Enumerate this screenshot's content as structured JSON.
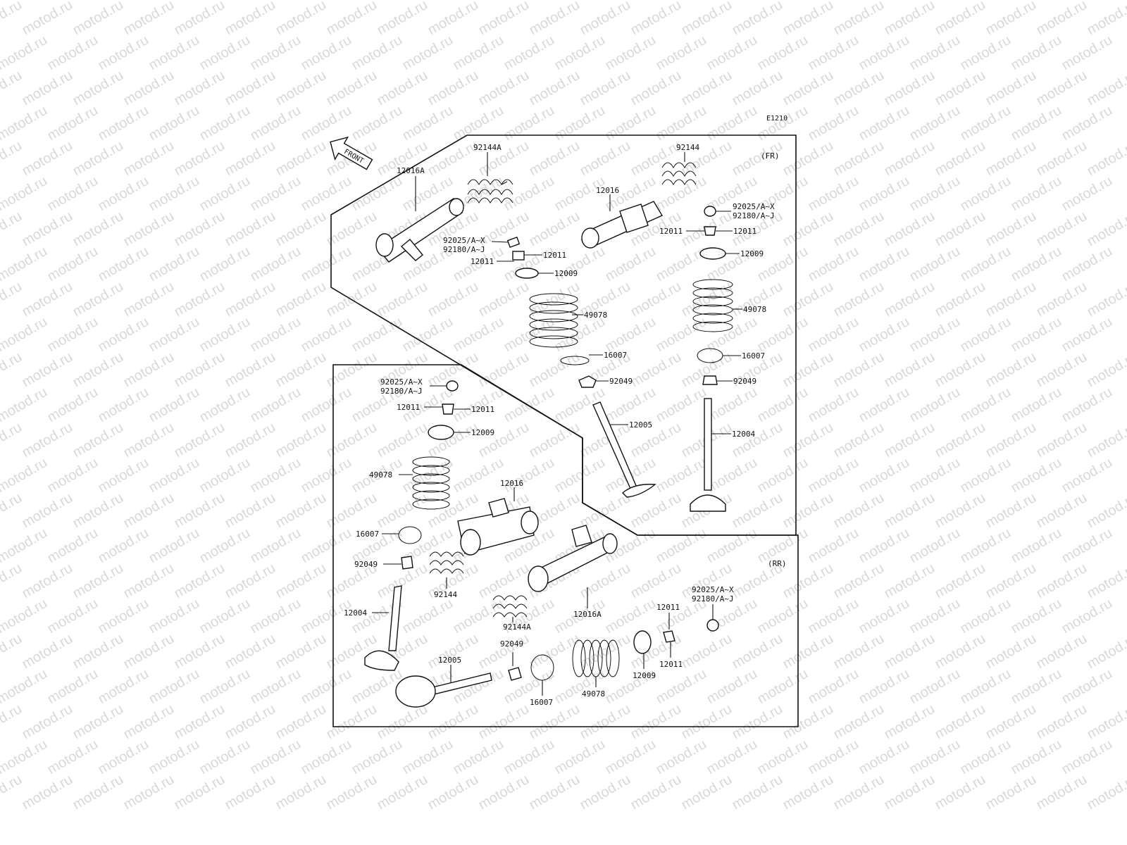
{
  "watermark": "motod.ru",
  "diagram_code": "E1210",
  "front_label": "FRONT",
  "sections": {
    "front": "(FR)",
    "rear": "(RR)"
  },
  "labels": {
    "fr_92144A": "92144A",
    "fr_12016A": "12016A",
    "fr_92025A_1": "92025/A~X",
    "fr_92180A_1": "92180/A~J",
    "fr_12011_a": "12011",
    "fr_12011_b": "12011",
    "fr_12009_a": "12009",
    "fr_49078_a": "49078",
    "fr_16007_a": "16007",
    "fr_92049_a": "92049",
    "fr_12005": "12005",
    "fr_92144": "92144",
    "fr_12016": "12016",
    "fr_92025A_2": "92025/A~X",
    "fr_92180A_2": "92180/A~J",
    "fr_12011_c": "12011",
    "fr_12011_d": "12011",
    "fr_12009_b": "12009",
    "fr_49078_b": "49078",
    "fr_16007_b": "16007",
    "fr_92049_b": "92049",
    "fr_12004": "12004",
    "rr_92025A_1": "92025/A~X",
    "rr_92180A_1": "92180/A~J",
    "rr_12011_a": "12011",
    "rr_12011_b": "12011",
    "rr_12009_a": "12009",
    "rr_49078_a": "49078",
    "rr_12016": "12016",
    "rr_16007_a": "16007",
    "rr_92049_a": "92049",
    "rr_92144": "92144",
    "rr_12004": "12004",
    "rr_92144A": "92144A",
    "rr_12016A": "12016A",
    "rr_92049_b": "92049",
    "rr_12005": "12005",
    "rr_16007_b": "16007",
    "rr_49078_b": "49078",
    "rr_12009_b": "12009",
    "rr_12011_c": "12011",
    "rr_12011_d": "12011",
    "rr_92025A_2": "92025/A~X",
    "rr_92180A_2": "92180/A~J"
  }
}
